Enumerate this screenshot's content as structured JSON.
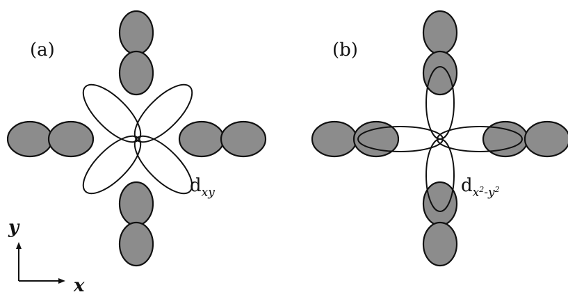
{
  "panels": {
    "a": {
      "label": "(a)",
      "orbital": {
        "base": "d",
        "subscript": "xy"
      }
    },
    "b": {
      "label": "(b)",
      "orbital": {
        "base": "d",
        "sub_x": "x",
        "sup_1": "2",
        "dash": "-",
        "sub_y": "y",
        "sup_2": "2"
      }
    }
  },
  "axes": {
    "x_label": "x",
    "y_label": "y"
  },
  "colors": {
    "p_orbital_fill": "#8c8c8c",
    "stroke": "#111111",
    "d_orbital_fill": "none"
  }
}
